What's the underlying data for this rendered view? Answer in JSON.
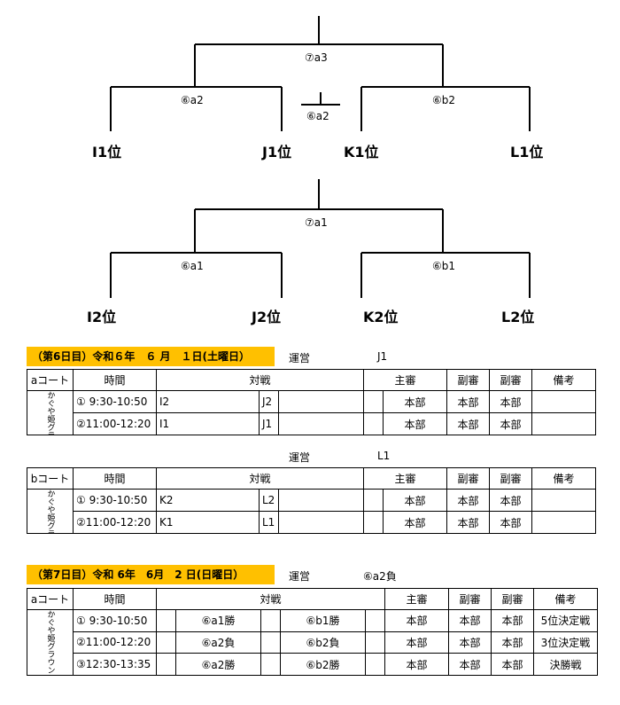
{
  "bracket1": {
    "final_label": "⑦a3",
    "left_semi_label": "⑥a2",
    "mid_label": "⑥a2",
    "right_semi_label": "⑥b2",
    "teams": [
      "I1位",
      "J1位",
      "K1位",
      "L1位"
    ]
  },
  "bracket2": {
    "final_label": "⑦a1",
    "left_semi_label": "⑥a1",
    "right_semi_label": "⑥b1",
    "teams": [
      "I2位",
      "J2位",
      "K2位",
      "L2位"
    ]
  },
  "day6": {
    "banner": "（第6日目）令和６年　６ 月　１日(土曜日）",
    "un_label": "運営",
    "un_value": "J1",
    "headers": [
      "時間",
      "対戦",
      "主審",
      "副審",
      "副審",
      "備考"
    ],
    "court_a": {
      "court": "aコート",
      "venue": "かぐや姫グラウンド（中央）",
      "rows": [
        {
          "time": "① 9:30-10:50",
          "t1": "I2",
          "t2": "J2",
          "ref": "本部",
          "s1": "本部",
          "s2": "本部",
          "note": ""
        },
        {
          "time": "②11:00-12:20",
          "t1": "I1",
          "t2": "J1",
          "ref": "本部",
          "s1": "本部",
          "s2": "本部",
          "note": ""
        }
      ]
    },
    "un2_label": "運営",
    "un2_value": "L1",
    "court_b": {
      "court": "bコート",
      "venue": "かぐや姫グラウンドB（左側）",
      "rows": [
        {
          "time": "① 9:30-10:50",
          "t1": "K2",
          "t2": "L2",
          "ref": "本部",
          "s1": "本部",
          "s2": "本部",
          "note": ""
        },
        {
          "time": "②11:00-12:20",
          "t1": "K1",
          "t2": "L1",
          "ref": "本部",
          "s1": "本部",
          "s2": "本部",
          "note": ""
        }
      ]
    }
  },
  "day7": {
    "banner": "（第7日目）令和 6年　6月　2 日(日曜日）",
    "un_label": "運営",
    "un_value": "⑥a2負",
    "headers": [
      "時間",
      "対戦",
      "主審",
      "副審",
      "副審",
      "備考"
    ],
    "court": "aコート",
    "venue": "かぐや姫グラウンドA（中央）",
    "rows": [
      {
        "time": "① 9:30-10:50",
        "t1": "⑥a1勝",
        "t2": "⑥b1勝",
        "ref": "本部",
        "s1": "本部",
        "s2": "本部",
        "note": "5位決定戦"
      },
      {
        "time": "②11:00-12:20",
        "t1": "⑥a2負",
        "t2": "⑥b2負",
        "ref": "本部",
        "s1": "本部",
        "s2": "本部",
        "note": "3位決定戦"
      },
      {
        "time": "③12:30-13:35",
        "t1": "⑥a2勝",
        "t2": "⑥b2勝",
        "ref": "本部",
        "s1": "本部",
        "s2": "本部",
        "note": "決勝戦"
      }
    ]
  }
}
